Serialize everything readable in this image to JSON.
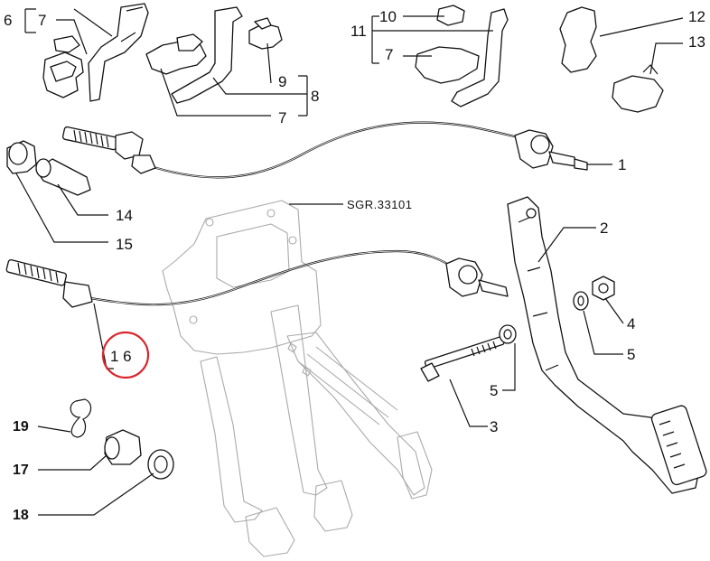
{
  "diagram": {
    "reference_code": "SGR.33101",
    "highlight_color": "#d9262c",
    "callouts": {
      "c1": "1",
      "c2": "2",
      "c3": "3",
      "c4": "4",
      "c5a": "5",
      "c5b": "5",
      "c6": "6",
      "c7a": "7",
      "c7b": "7",
      "c7c": "7",
      "c8": "8",
      "c9": "9",
      "c10": "10",
      "c11": "11",
      "c12": "12",
      "c13": "13",
      "c14": "14",
      "c15": "15",
      "c16": "1 6",
      "c17": "17",
      "c18": "18",
      "c19": "19"
    }
  }
}
